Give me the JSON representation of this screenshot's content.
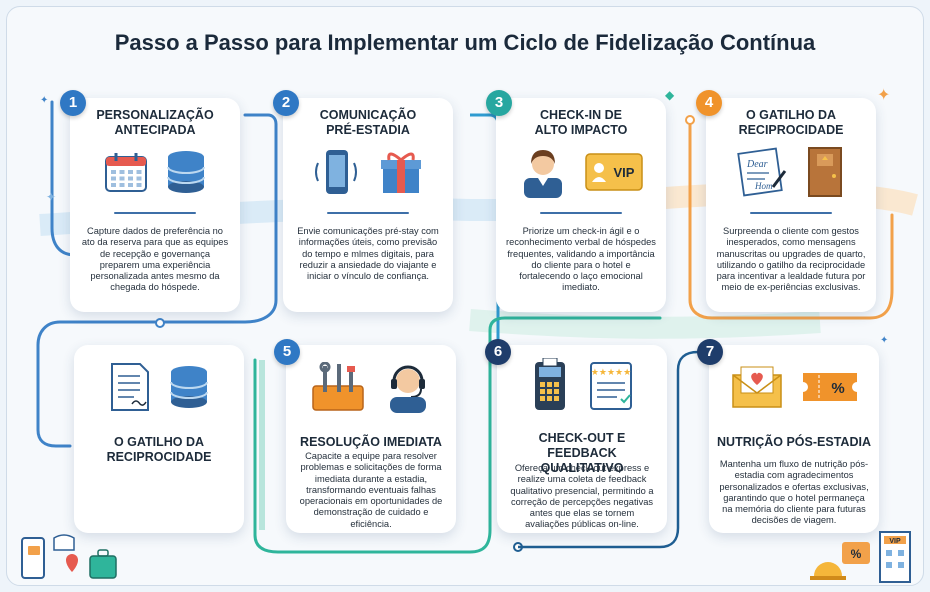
{
  "title": "Passo a Passo para Implementar um Ciclo de Fidelização Contínua",
  "colors": {
    "blue": "#2f78c4",
    "teal": "#27a7a0",
    "orange": "#f0932b",
    "navy": "#1f3d6b",
    "path_blue": "#3f83c8",
    "path_teal": "#2fb59b",
    "path_orange": "#f2a14a"
  },
  "steps": [
    {
      "number": "1",
      "title_lines": [
        "PERSONALIZAÇÃO",
        "ANTECIPADA"
      ],
      "icons": [
        "calendar-icon",
        "database-icon"
      ],
      "text": "Capture dados de preferência no ato da reserva para que as equipes de recepção e governança preparem uma experiência personalizada antes mesmo da chegada do hóspede."
    },
    {
      "number": "2",
      "title_lines": [
        "COMUNICAÇÃO",
        "PRÉ-ESTADIA"
      ],
      "icons": [
        "smartphone-icon",
        "gift-icon"
      ],
      "text": "Envie comunicações pré-stay com informações úteis, como previsão do tempo e mlmes digitais, para reduzir a ansiedade do viajante e iniciar o vínculo de confiança."
    },
    {
      "number": "3",
      "title_lines": [
        "CHECK-IN DE",
        "ALTO IMPACTO"
      ],
      "icons": [
        "receptionist-icon",
        "vip-card-icon"
      ],
      "vip_label": "VIP",
      "text": "Priorize um check-in ágil e o reconhecimento verbal de hóspedes frequentes, validando a importância do cliente para o hotel e fortalecendo o laço emocional imediato."
    },
    {
      "number": "4",
      "title_lines": [
        "O GATILHO DA",
        "RECIPROCIDADE"
      ],
      "icons": [
        "handwritten-note-icon",
        "hotel-door-icon"
      ],
      "note_lines": [
        "Dear",
        "Hom"
      ],
      "text": "Surpreenda o cliente com gestos inesperados, como mensagens manuscritas ou upgrades de quarto, utilizando o gatilho da reciprocidade para incentivar a lealdade futura por meio de ex-periências exclusivas."
    },
    {
      "number": "",
      "title_lines": [
        "O GATILHO DA",
        "RECIPROCIDADE"
      ],
      "icons": [
        "document-icon",
        "database-icon"
      ],
      "text": ""
    },
    {
      "number": "5",
      "title_lines": [
        "RESOLUÇÃO IMEDIATA"
      ],
      "icons": [
        "toolbox-icon",
        "support-agent-icon"
      ],
      "text": "Capacite a equipe para resolver problemas e solicitações de forma imediata durante a estadia, transformando eventuais falhas operacionais em oportunidades de demonstração de cuidado e eficiência."
    },
    {
      "number": "6",
      "title_lines": [
        "CHECK-OUT E FEEDBACK",
        "QUALITATIVO"
      ],
      "icons": [
        "card-terminal-icon",
        "feedback-form-icon"
      ],
      "text": "Ofereça um check-out express e realize uma coleta de feedback qualitativo presencial, permitindo a correção de percepções negativas antes que elas se tornem avaliações públicas on-line."
    },
    {
      "number": "7",
      "title_lines": [
        "NUTRIÇÃO PÓS-ESTADIA"
      ],
      "icons": [
        "love-letter-icon",
        "discount-ticket-icon"
      ],
      "discount_label": "%",
      "text": "Mantenha um fluxo de nutrição pós-estadia com agradecimentos personalizados e ofertas exclusivas, garantindo que o hotel permaneça na memória do cliente para futuras decisões de viagem."
    }
  ],
  "footer": {
    "vip_sign": "VIP",
    "percent_badge": "%"
  }
}
